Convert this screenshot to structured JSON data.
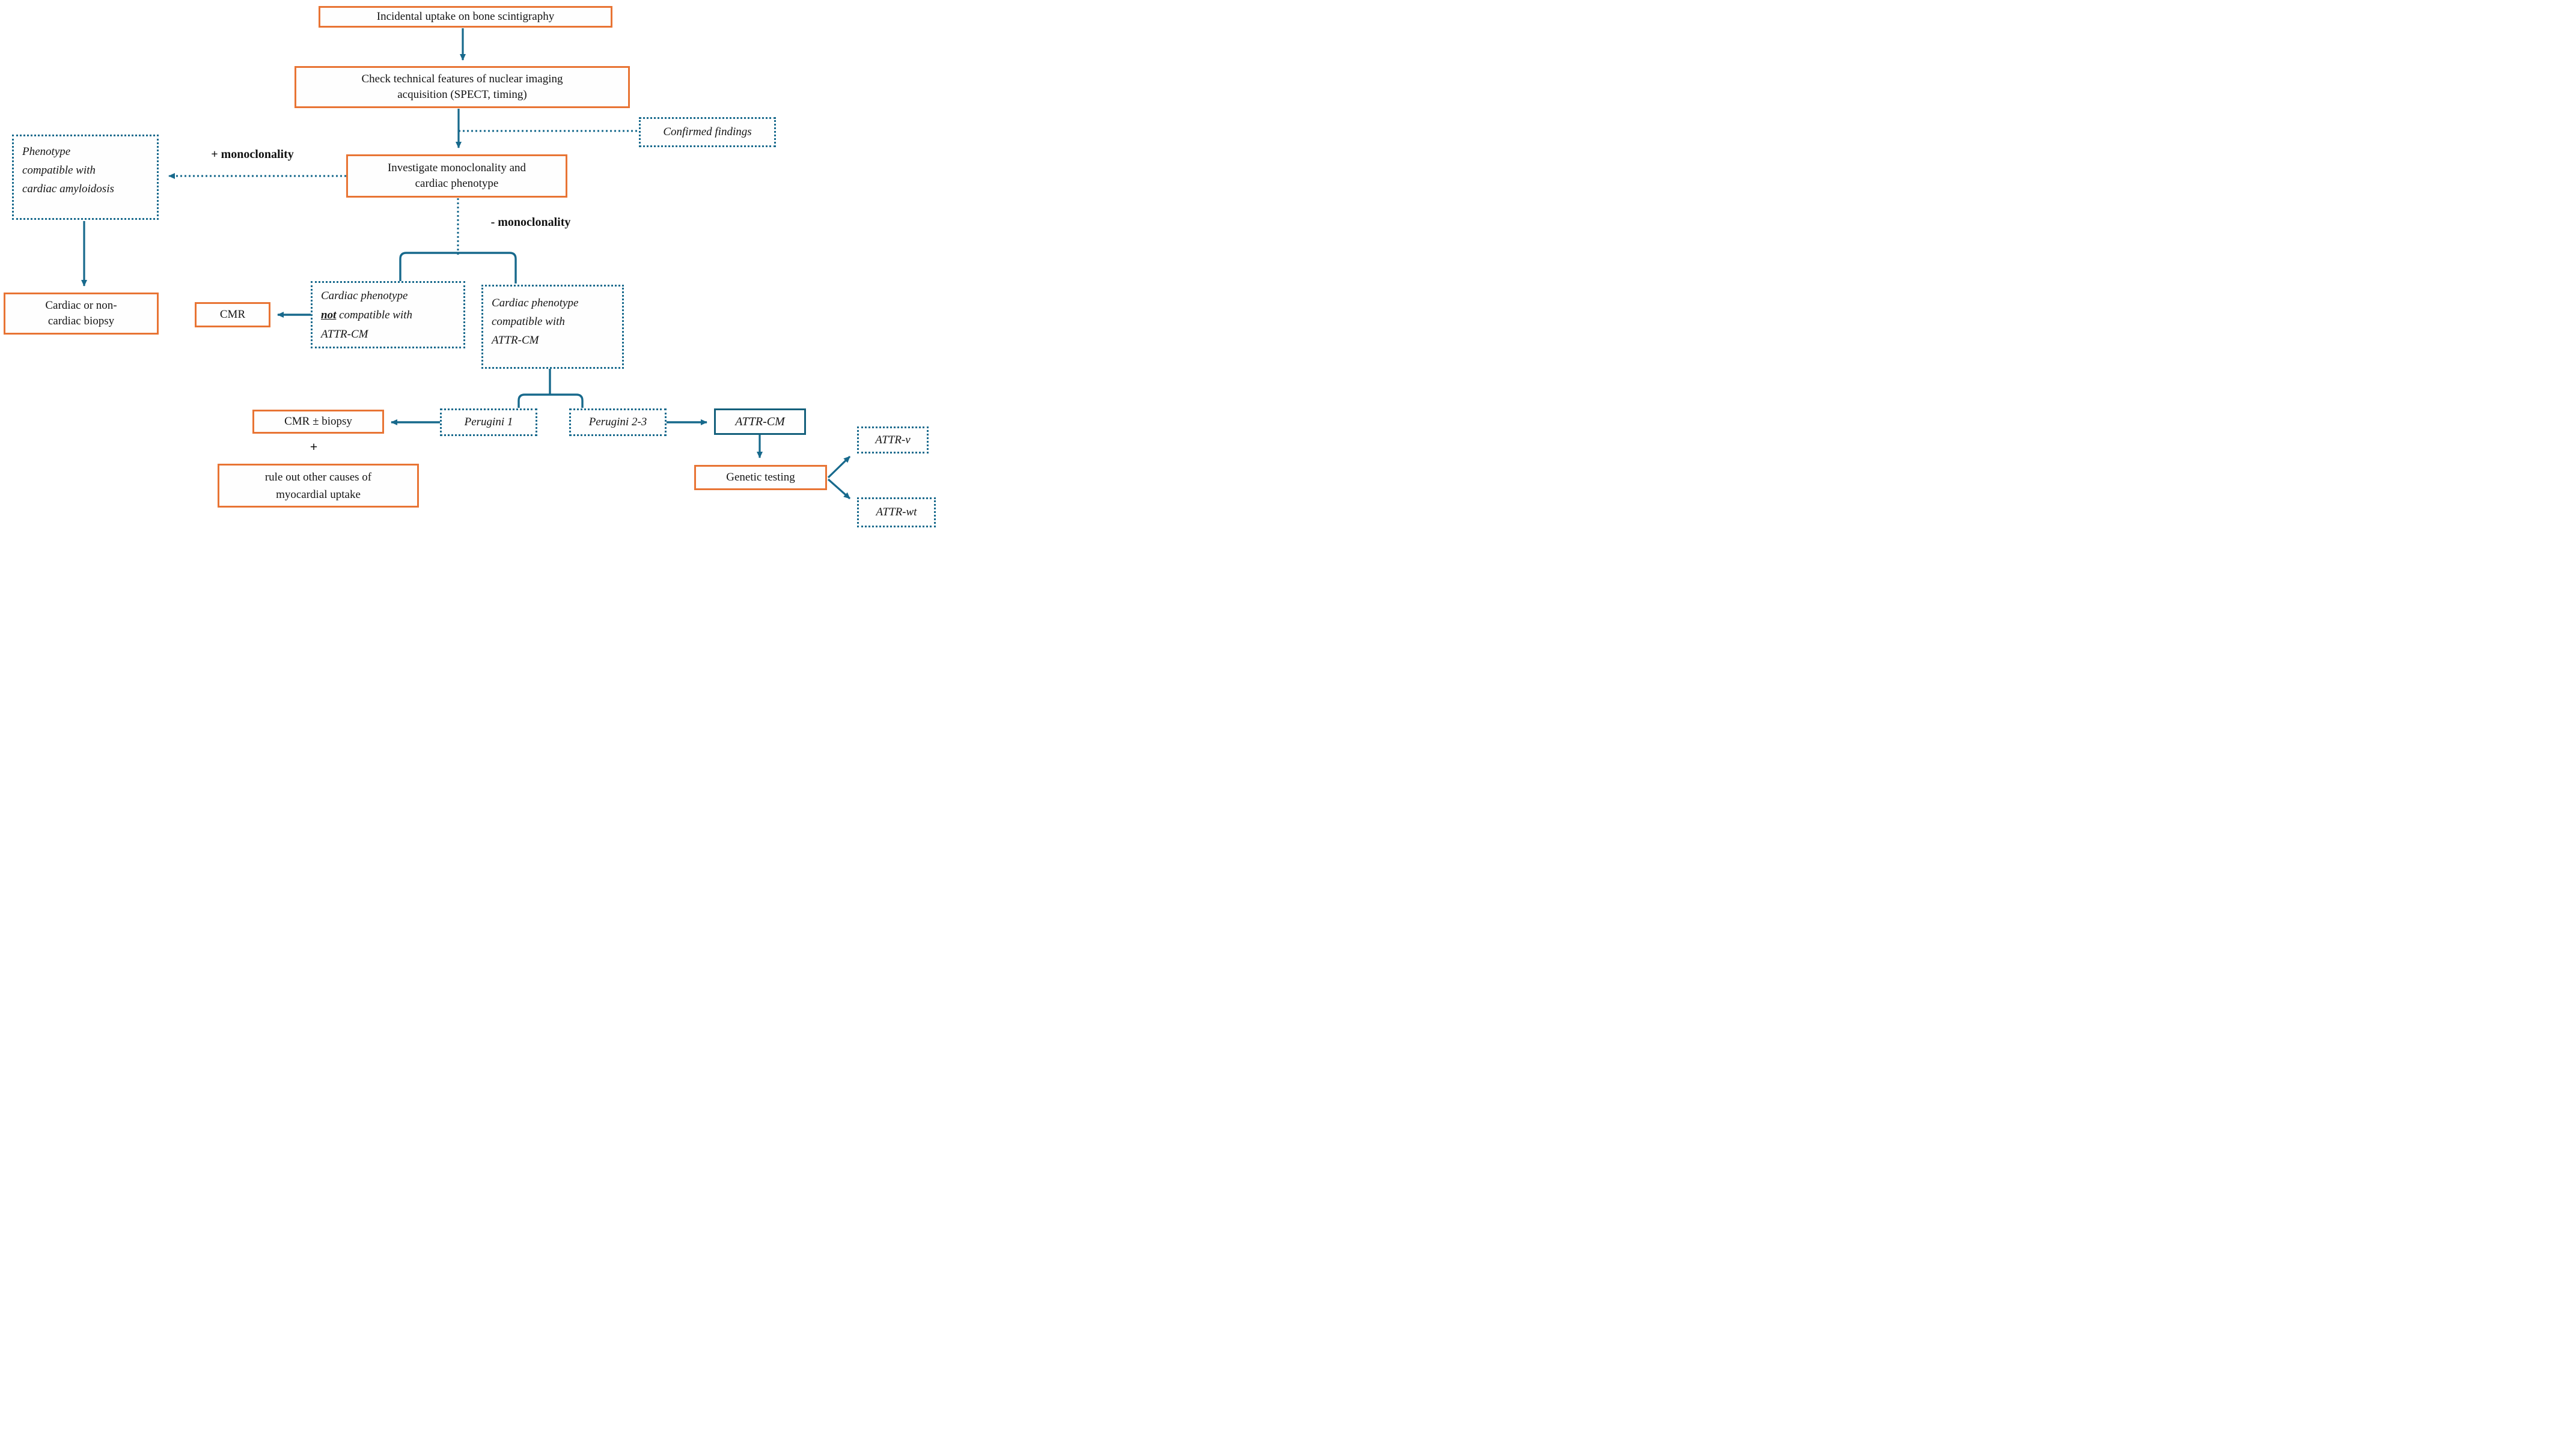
{
  "colors": {
    "box_border_orange": "#e87434",
    "connector_teal": "#17698c",
    "attr_cm_border_teal": "#14607c",
    "text": "#141414",
    "background": "#ffffff"
  },
  "nodes": {
    "incidental": {
      "label": "Incidental uptake on bone scintigraphy"
    },
    "check": {
      "label": "Check technical features of nuclear imaging\nacquisition (SPECT, timing)"
    },
    "confirmed": {
      "label": "Confirmed findings"
    },
    "investigate": {
      "label": "Investigate monoclonality and\ncardiac phenotype"
    },
    "phenotype_compatible": {
      "label": "Phenotype\ncompatible with\ncardiac amyloidosis"
    },
    "biopsy": {
      "label": "Cardiac or non-\ncardiac biopsy"
    },
    "not_compatible": {
      "line1": "Cardiac phenotype",
      "not_word": "not",
      "line2_rest": " compatible with",
      "line3": "ATTR-CM"
    },
    "cmr": {
      "label": "CMR"
    },
    "compatible": {
      "label": "Cardiac phenotype\ncompatible with\nATTR-CM"
    },
    "perugini1": {
      "label": "Perugini 1"
    },
    "perugini23": {
      "label": "Perugini 2-3"
    },
    "cmr_biopsy": {
      "label": "CMR ± biopsy"
    },
    "rule_out": {
      "label": "rule out other causes of\nmyocardial uptake"
    },
    "attr_cm": {
      "label": "ATTR-CM"
    },
    "genetic": {
      "label": "Genetic testing"
    },
    "attr_v": {
      "label": "ATTR-v"
    },
    "attr_wt": {
      "label": "ATTR-wt"
    }
  },
  "edge_labels": {
    "plus_monoclonality": "+ monoclonality",
    "minus_monoclonality": "- monoclonality",
    "plus": "+"
  }
}
